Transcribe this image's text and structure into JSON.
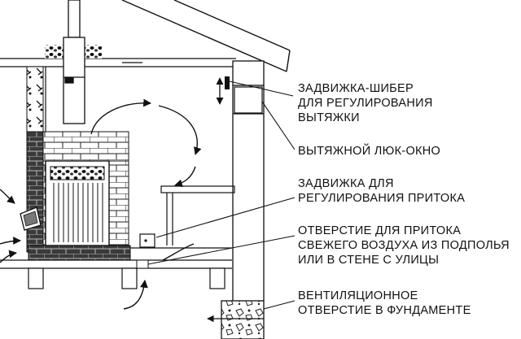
{
  "labels": {
    "damper_exhaust": [
      "ЗАДВИЖКА-ШИБЕР",
      "ДЛЯ РЕГУЛИРОВАНИЯ",
      "ВЫТЯЖКИ"
    ],
    "exhaust_hatch": [
      "ВЫТЯЖНОЙ ЛЮК-ОКНО"
    ],
    "damper_intake": [
      "ЗАДВИЖКА ДЛЯ",
      "РЕГУЛИРОВАНИЯ ПРИТОКА"
    ],
    "intake_opening": [
      "ОТВЕРСТИЕ ДЛЯ ПРИТОКА",
      "СВЕЖЕГО ВОЗДУХА ИЗ ПОДПОЛЬЯ",
      "ИЛИ В СТЕНЕ С УЛИЦЫ"
    ],
    "foundation_vent": [
      "ВЕНТИЛЯЦИОННОЕ",
      "ОТВЕРСТИЕ В ФУНДАМЕНТЕ"
    ]
  }
}
